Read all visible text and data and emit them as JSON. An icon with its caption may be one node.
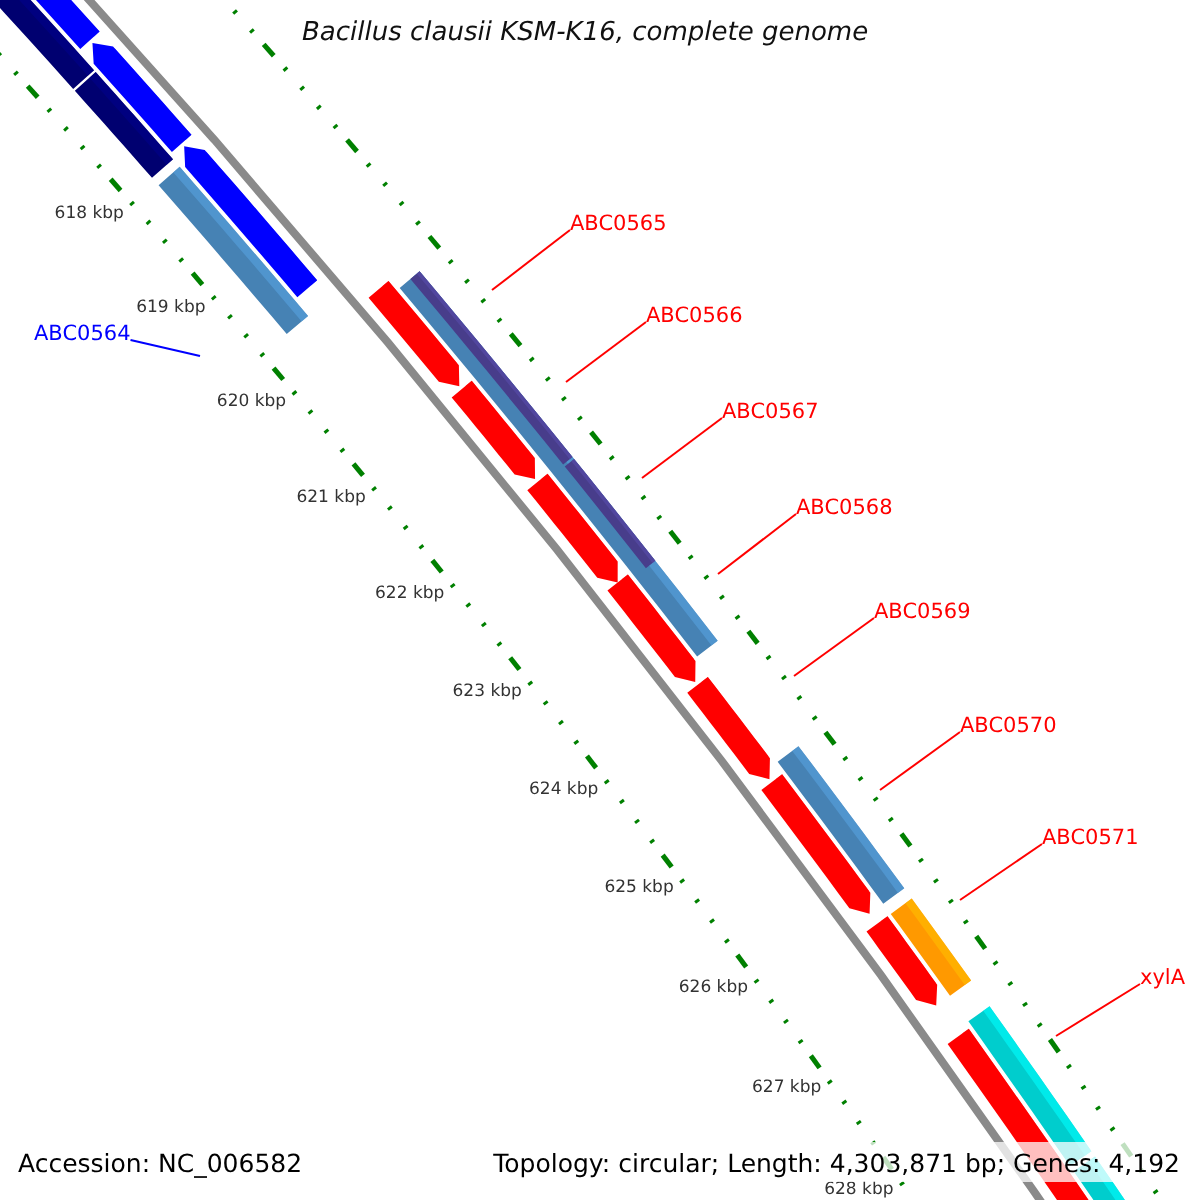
{
  "diagram": {
    "title": "Bacillus clausii KSM-K16, complete genome",
    "nodes": [
      {
        "text": [
          "ABC0564"
        ]
      },
      {
        "text": [
          "ABC0565"
        ]
      },
      {
        "text": [
          "ABC0566"
        ]
      },
      {
        "text": [
          "ABC0567"
        ]
      },
      {
        "text": [
          "ABC0568"
        ]
      },
      {
        "text": [
          "ABC0569"
        ]
      },
      {
        "text": [
          "ABC0570"
        ]
      },
      {
        "text": [
          "ABC0571"
        ]
      },
      {
        "text": [
          "xylA"
        ]
      }
    ],
    "edges": [
      {
        "from": 0,
        "to": null,
        "arrow": "none",
        "color": "#0000ff"
      },
      {
        "from": 1,
        "to": null,
        "arrow": "none"
      },
      {
        "from": 2,
        "to": null,
        "arrow": "none"
      },
      {
        "from": 3,
        "to": null,
        "arrow": "none"
      },
      {
        "from": 4,
        "to": null,
        "arrow": "none"
      },
      {
        "from": 5,
        "to": null,
        "arrow": "none"
      },
      {
        "from": 6,
        "to": null,
        "arrow": "none"
      },
      {
        "from": 7,
        "to": null,
        "arrow": "none"
      },
      {
        "from": 8,
        "to": null,
        "arrow": "none"
      }
    ],
    "labels": [
      "618 kbp",
      "619 kbp",
      "620 kbp",
      "621 kbp",
      "622 kbp",
      "623 kbp",
      "624 kbp",
      "625 kbp",
      "626 kbp",
      "627 kbp",
      "628 kbp",
      "Accession: NC_006582",
      "Topology: circular; Length: 4,303,871 bp; Genes: 4,192"
    ]
  }
}
